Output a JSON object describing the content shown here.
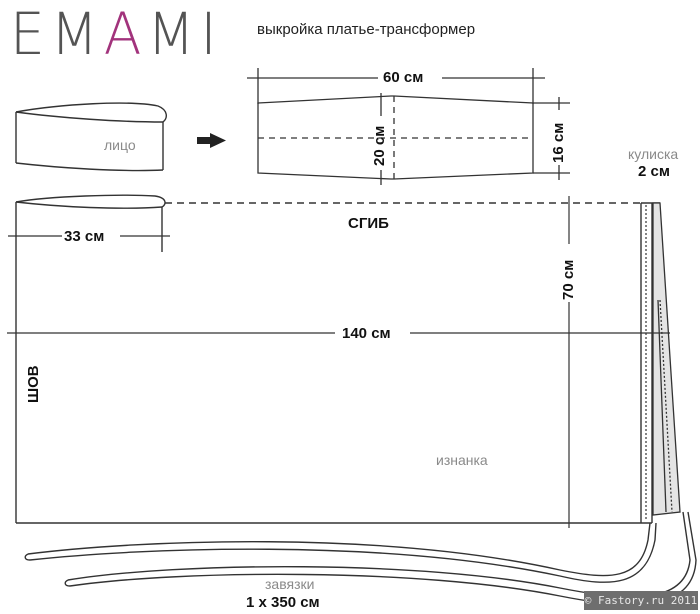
{
  "header": {
    "brand_prefix": "EM",
    "brand_accent": "A",
    "brand_suffix": "MI",
    "subtitle": "выкройка платье-трансформер"
  },
  "colors": {
    "brand_gray": "#545454",
    "brand_accent": "#a2337c",
    "line": "#333333",
    "flap_fill": "#e4e4e4",
    "label_gray": "#8a8a8a"
  },
  "band_piece": {
    "face_label": "лицо",
    "arrow": "arrow-right",
    "width_label": "60 см",
    "center_height_label": "20 см",
    "end_height_label": "16 см"
  },
  "drawstring": {
    "title": "кулиска",
    "width_label": "2 см"
  },
  "skirt_piece": {
    "fold_label": "СГИБ",
    "band_width_label": "33 см",
    "height_label": "70 см",
    "width_label": "140 см",
    "seam_label": "ШОВ",
    "wrong_side_label": "изнанка"
  },
  "ties": {
    "title": "завязки",
    "size_label": "1 x 350 см"
  },
  "watermark": "© Fastory.ru 2011"
}
